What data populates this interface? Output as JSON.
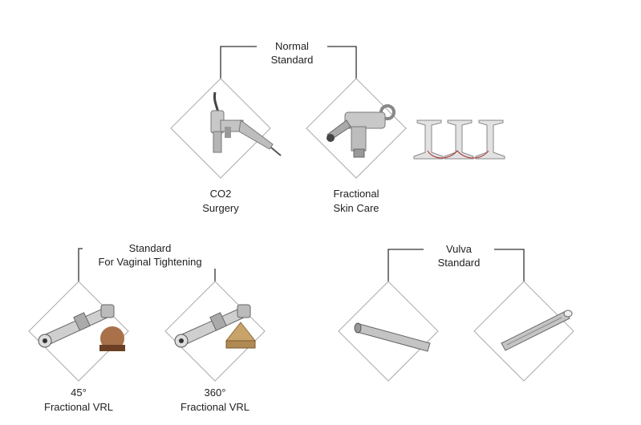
{
  "groups": [
    {
      "label_line1": "Normal",
      "label_line2": "Standard",
      "items": [
        {
          "caption_line1": "CO2",
          "caption_line2": "Surgery",
          "icon": "co2-surgery-handpiece-icon"
        },
        {
          "caption_line1": "Fractional",
          "caption_line2": "Skin Care",
          "icon": "fractional-skin-care-handpiece-icon"
        }
      ],
      "extra_icon": "spacer-tips-icon"
    },
    {
      "label_line1": "Standard",
      "label_line2": "For Vaginal Tightening",
      "items": [
        {
          "caption_line1": "45°",
          "caption_line2": "Fractional VRL",
          "icon": "fractional-vrl-45-probe-icon"
        },
        {
          "caption_line1": "360°",
          "caption_line2": "Fractional VRL",
          "icon": "fractional-vrl-360-probe-icon"
        }
      ]
    },
    {
      "label_line1": "Vulva",
      "label_line2": "Standard",
      "items": [
        {
          "caption_line1": "",
          "caption_line2": "",
          "icon": "vulva-probe-straight-icon"
        },
        {
          "caption_line1": "",
          "caption_line2": "",
          "icon": "vulva-probe-angled-icon"
        }
      ]
    }
  ],
  "colors": {
    "frame": "#999999",
    "bracket": "#333333",
    "metal": "#b8b8b8",
    "copper": "#a9714a",
    "gold": "#c9a46a"
  }
}
